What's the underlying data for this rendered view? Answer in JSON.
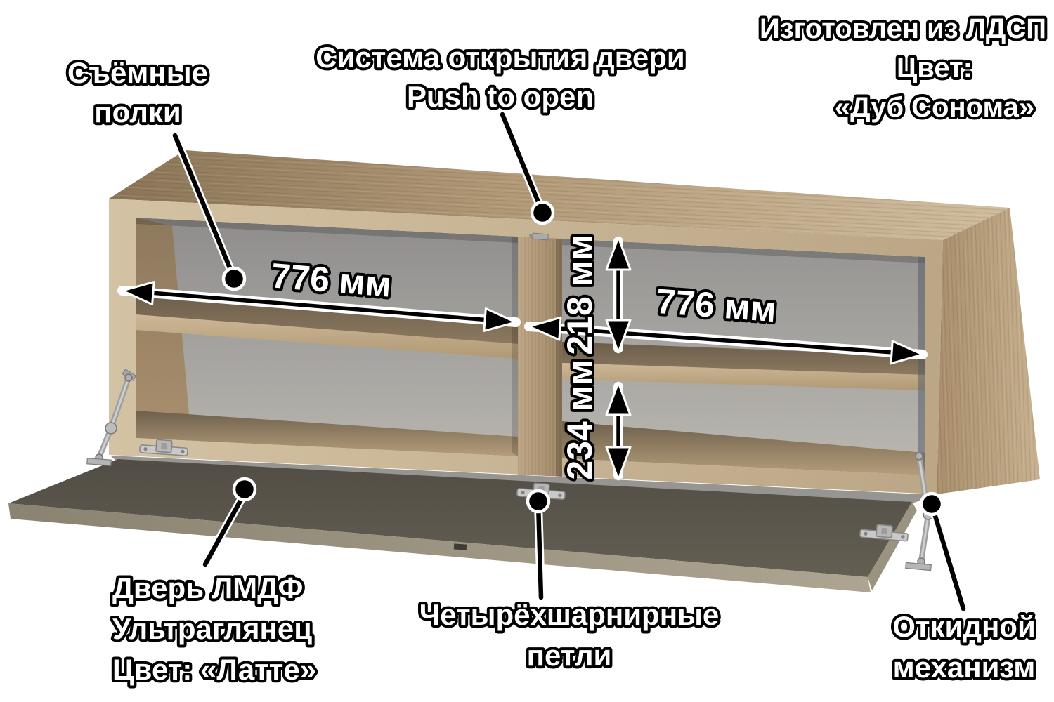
{
  "annotations": {
    "shelves": {
      "line1": "Съёмные",
      "line2": "полки"
    },
    "door_system": {
      "line1": "Система открытия двери",
      "line2": "Push to open"
    },
    "material": {
      "line1": "Изготовлен из ЛДСП",
      "line2": "Цвет:",
      "line3": "«Дуб Сонома»"
    },
    "door": {
      "line1": "Дверь ЛМДФ",
      "line2": "Ультраглянец",
      "line3": "Цвет:  «Латте»"
    },
    "hinges": {
      "line1": "Четырёхшарнирные",
      "line2": "петли"
    },
    "flip": {
      "line1": "Откидной",
      "line2": "механизм"
    }
  },
  "dimensions": {
    "left_shelf_width": "776 мм",
    "right_shelf_width": "776 мм",
    "upper_section_height": "218 мм",
    "lower_section_height": "234 мм"
  },
  "colors": {
    "body_wood_light": "#cfbd9e",
    "body_wood_dark": "#8f7a5e",
    "frame_wood": "#c9b593",
    "back_panel_gray": "#aaa7a2",
    "door_inner_olive": "#57534a",
    "door_edge_olive": "#9a9380",
    "metal_gray": "#b9b9b9",
    "annotation_fill": "#ffffff",
    "annotation_outline": "#000000"
  }
}
